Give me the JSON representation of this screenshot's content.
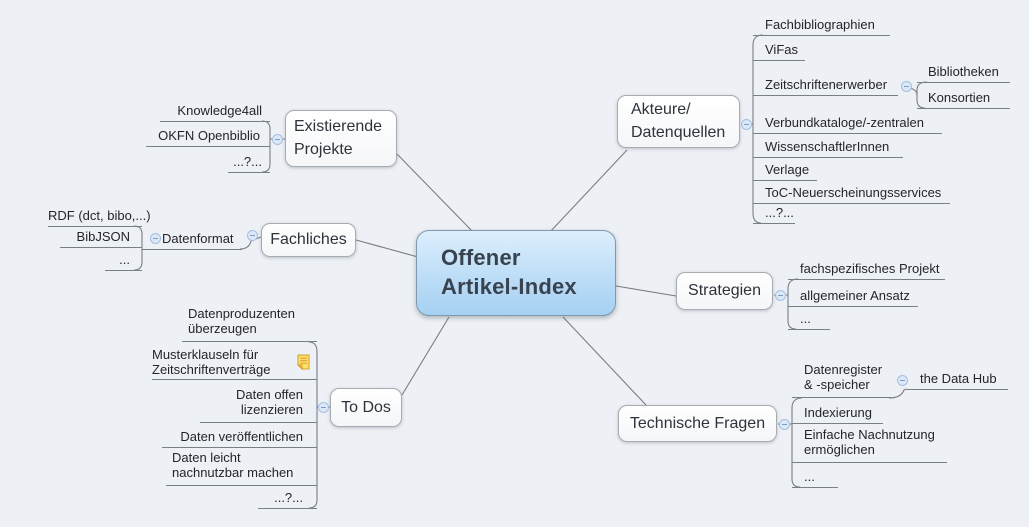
{
  "root_label": "Offener\nArtikel-Index",
  "branches": {
    "existierende_projekte": {
      "label": "Existierende\nProjekte",
      "children": {
        "knowledge4all": "Knowledge4all",
        "okfn_openbiblio": "OKFN Openbiblio",
        "more": "...?..."
      }
    },
    "fachliches": {
      "label": "Fachliches",
      "children": {
        "datenformat": {
          "label": "Datenformat",
          "children": {
            "rdf": "RDF (dct, bibo,...)",
            "bibjson": "BibJSON",
            "more": "..."
          }
        }
      }
    },
    "to_dos": {
      "label": "To Dos",
      "children": {
        "datenproduzenten": "Datenproduzenten\nüberzeugen",
        "musterklauseln": "Musterklauseln für\nZeitschriftenverträge",
        "daten_offen": "Daten offen\nlizenzieren",
        "daten_veroeffentlichen": "Daten veröffentlichen",
        "daten_leicht": "Daten leicht\nnachnutzbar machen",
        "more": "...?..."
      }
    },
    "akteure_datenquellen": {
      "label": "Akteure/\nDatenquellen",
      "children": {
        "fachbibliographien": "Fachbibliographien",
        "vifas": "ViFas",
        "zeitschriftenerwerber": {
          "label": "Zeitschriftenerwerber",
          "children": {
            "bibliotheken": "Bibliotheken",
            "konsortien": "Konsortien"
          }
        },
        "verbundkataloge": "Verbundkataloge/-zentralen",
        "wissenschaftlerinnen": "WissenschaftlerInnen",
        "verlage": "Verlage",
        "toc_services": "ToC-Neuerscheinungsservices",
        "more": "...?..."
      }
    },
    "strategien": {
      "label": "Strategien",
      "children": {
        "fachspezifisch": "fachspezifisches Projekt",
        "allgemein": "allgemeiner Ansatz",
        "more": "..."
      }
    },
    "technische_fragen": {
      "label": "Technische Fragen",
      "children": {
        "datenregister": {
          "label": "Datenregister\n& -speicher",
          "children": {
            "data_hub": "the Data Hub"
          }
        },
        "indexierung": "Indexierung",
        "einfache_nachnutzung": "Einfache Nachnutzung\nermöglichen",
        "more": "..."
      }
    }
  },
  "icons": {
    "collapse": "minus-circle",
    "note": "sticky-note"
  },
  "colors": {
    "background": "#edf0f4",
    "line": "#7a7e85",
    "topic_text": "#22262c",
    "branch_bg": "#ffffff",
    "branch_border": "#a7abb2",
    "branch_text": "#2e333b",
    "root_text": "#39434f",
    "root_gradient_top": "#ddeffe",
    "root_gradient_bottom": "#a6d0f2",
    "root_border": "#7f98ad",
    "collapse_fill": "#dce8f8",
    "collapse_border": "#a3bfe0",
    "collapse_minus": "#7b9cc4",
    "note_fill": "#fbe06e",
    "note_stroke": "#d99e2b"
  }
}
